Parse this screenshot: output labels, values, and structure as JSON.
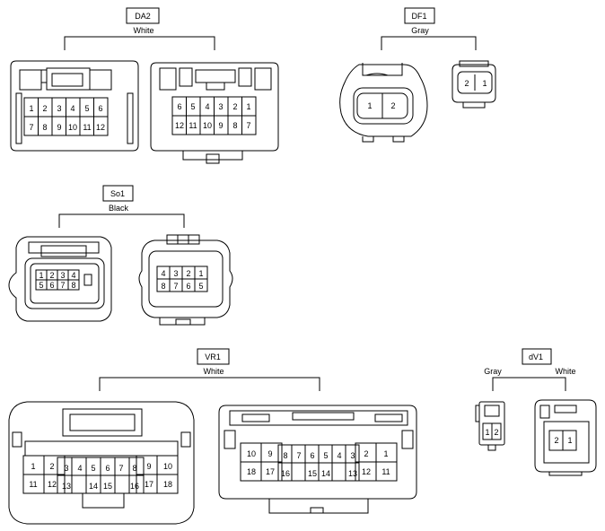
{
  "groups": [
    {
      "tag": "DA2",
      "color": "White",
      "connectors": [
        {
          "rows": [
            [
              "1",
              "2",
              "3",
              "4",
              "5",
              "6"
            ],
            [
              "7",
              "8",
              "9",
              "10",
              "11",
              "12"
            ]
          ]
        },
        {
          "rows": [
            [
              "6",
              "5",
              "4",
              "3",
              "2",
              "1"
            ],
            [
              "12",
              "11",
              "10",
              "9",
              "8",
              "7"
            ]
          ]
        }
      ]
    },
    {
      "tag": "DF1",
      "color": "Gray",
      "connectors": [
        {
          "rows": [
            [
              "1",
              "2"
            ]
          ]
        },
        {
          "rows": [
            [
              "2",
              "1"
            ]
          ]
        }
      ]
    },
    {
      "tag": "So1",
      "color": "Black",
      "connectors": [
        {
          "rows": [
            [
              "1",
              "2",
              "3",
              "4"
            ],
            [
              "5",
              "6",
              "7",
              "8"
            ]
          ]
        },
        {
          "rows": [
            [
              "4",
              "3",
              "2",
              "1"
            ],
            [
              "8",
              "7",
              "6",
              "5"
            ]
          ]
        }
      ]
    },
    {
      "tag": "VR1",
      "color": "White",
      "connectors": [
        {
          "pins": [
            "1",
            "2",
            "3",
            "4",
            "5",
            "6",
            "7",
            "8",
            "9",
            "10",
            "11",
            "12",
            "13",
            "14",
            "15",
            "16",
            "17",
            "18"
          ]
        },
        {
          "pins": [
            "10",
            "9",
            "8",
            "7",
            "6",
            "5",
            "4",
            "3",
            "2",
            "1",
            "18",
            "17",
            "16",
            "15",
            "14",
            "13",
            "12",
            "11"
          ]
        }
      ]
    },
    {
      "tag": "dV1",
      "colors": [
        "Gray",
        "White"
      ],
      "connectors": [
        {
          "rows": [
            [
              "1",
              "2"
            ]
          ]
        },
        {
          "rows": [
            [
              "2",
              "1"
            ]
          ]
        }
      ]
    }
  ]
}
